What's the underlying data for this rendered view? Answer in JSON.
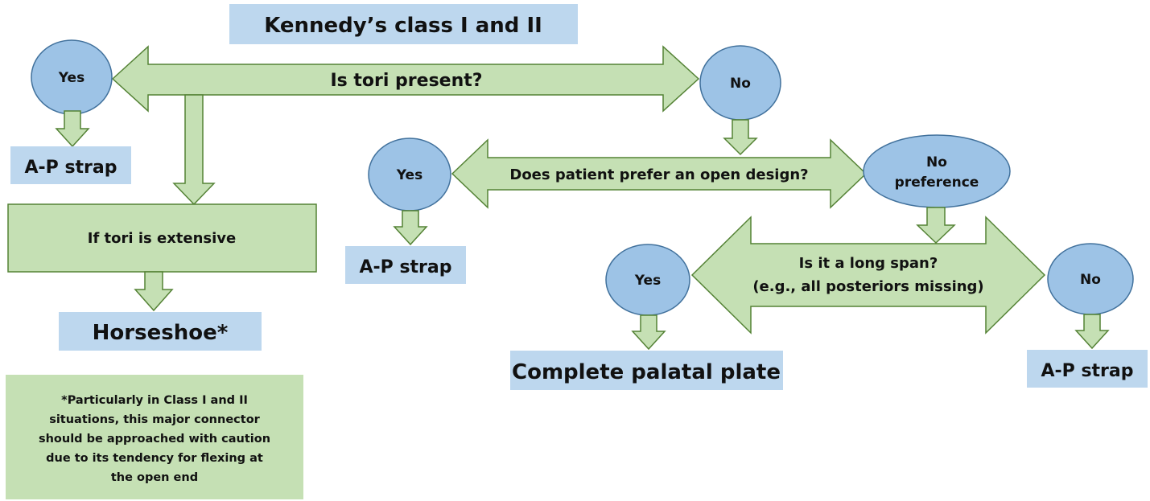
{
  "title": "Kennedy’s class I and II",
  "question_tori": "Is tori present?",
  "tori_yes": "Yes",
  "tori_no": "No",
  "result_ap_strap_1": "A-P strap",
  "condition_extensive": "If tori is extensive",
  "result_horseshoe": "Horseshoe*",
  "footnote": [
    "*Particularly in Class I and II",
    "situations, this major connector",
    "should be approached with caution",
    "due to its tendency for flexing at",
    "the open end"
  ],
  "question_open_design": "Does patient prefer an open design?",
  "open_yes": "Yes",
  "open_no_preference": [
    "No",
    "preference"
  ],
  "result_ap_strap_2": "A-P strap",
  "question_long_span": [
    "Is it a long span?",
    "(e.g., all posteriors missing)"
  ],
  "span_yes": "Yes",
  "span_no": "No",
  "result_complete_plate": "Complete palatal plate",
  "result_ap_strap_3": "A-P strap",
  "colors": {
    "box_blue": "#bdd7ee",
    "node_blue": "#9dc3e6",
    "node_stroke": "#41719c",
    "green": "#c5e0b4",
    "green_stroke": "#548235"
  }
}
